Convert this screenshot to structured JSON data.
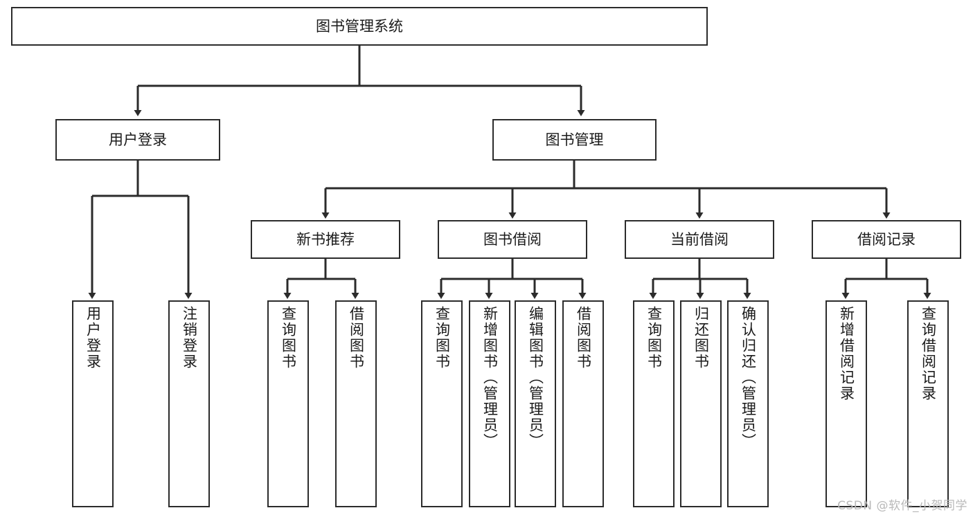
{
  "diagram": {
    "type": "tree-hierarchy-flowchart",
    "title": "图书管理系统",
    "root": {
      "id": "root",
      "label": "图书管理系统",
      "orientation": "horizontal"
    },
    "level2": [
      {
        "id": "user-login",
        "label": "用户登录",
        "orientation": "horizontal"
      },
      {
        "id": "book-management",
        "label": "图书管理",
        "orientation": "horizontal"
      }
    ],
    "level3": [
      {
        "id": "new-book-recommend",
        "label": "新书推荐",
        "orientation": "horizontal",
        "parent": "book-management"
      },
      {
        "id": "book-borrow",
        "label": "图书借阅",
        "orientation": "horizontal",
        "parent": "book-management"
      },
      {
        "id": "current-borrow",
        "label": "当前借阅",
        "orientation": "horizontal",
        "parent": "book-management"
      },
      {
        "id": "borrow-record",
        "label": "借阅记录",
        "orientation": "horizontal",
        "parent": "book-management"
      }
    ],
    "leaves": [
      {
        "id": "leaf-user-login",
        "label": "用户登录",
        "parent": "user-login"
      },
      {
        "id": "leaf-logout-login",
        "label": "注销登录",
        "parent": "user-login"
      },
      {
        "id": "leaf-query-book-1",
        "label": "查询图书",
        "parent": "new-book-recommend"
      },
      {
        "id": "leaf-borrow-book-1",
        "label": "借阅图书",
        "parent": "new-book-recommend"
      },
      {
        "id": "leaf-query-book-2",
        "label": "查询图书",
        "parent": "book-borrow"
      },
      {
        "id": "leaf-add-book",
        "label": "新增图书（管理员）",
        "parent": "book-borrow"
      },
      {
        "id": "leaf-edit-book",
        "label": "编辑图书（管理员）",
        "parent": "book-borrow"
      },
      {
        "id": "leaf-borrow-book-2",
        "label": "借阅图书",
        "parent": "book-borrow"
      },
      {
        "id": "leaf-query-book-3",
        "label": "查询图书",
        "parent": "current-borrow"
      },
      {
        "id": "leaf-return-book",
        "label": "归还图书",
        "parent": "current-borrow"
      },
      {
        "id": "leaf-confirm-return",
        "label": "确认归还（管理员）",
        "parent": "current-borrow"
      },
      {
        "id": "leaf-add-record",
        "label": "新增借阅记录",
        "parent": "borrow-record"
      },
      {
        "id": "leaf-query-record",
        "label": "查询借阅记录",
        "parent": "borrow-record"
      }
    ],
    "colors": {
      "stroke": "#2b2b2b",
      "fill": "#ffffff",
      "text": "#1a1a1a",
      "watermark": "#b9b9b9"
    }
  },
  "watermark": {
    "text": "CSDN @软件_小贺同学"
  }
}
